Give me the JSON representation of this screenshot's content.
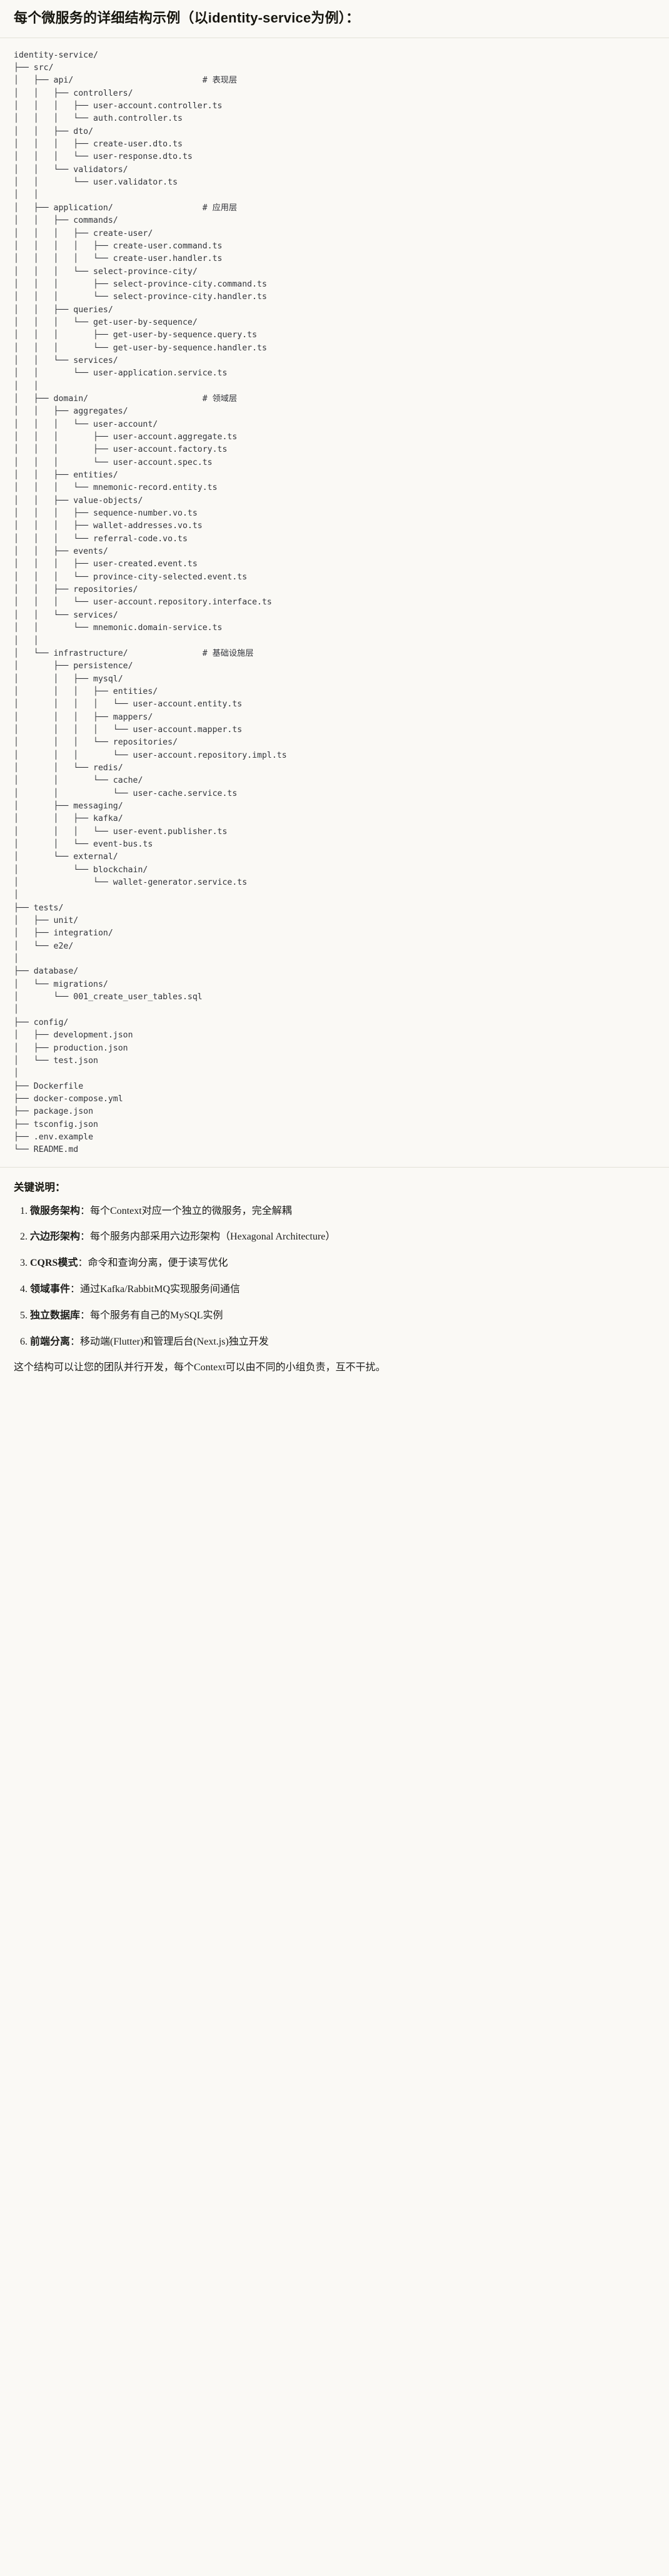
{
  "heading": "每个微服务的详细结构示例（以identity-service为例）：",
  "tree": {
    "root": "identity-service/",
    "text": "identity-service/\n├── src/\n│   ├── api/                          # 表现层\n│   │   ├── controllers/\n│   │   │   ├── user-account.controller.ts\n│   │   │   └── auth.controller.ts\n│   │   ├── dto/\n│   │   │   ├── create-user.dto.ts\n│   │   │   └── user-response.dto.ts\n│   │   └── validators/\n│   │       └── user.validator.ts\n│   │\n│   ├── application/                  # 应用层\n│   │   ├── commands/\n│   │   │   ├── create-user/\n│   │   │   │   ├── create-user.command.ts\n│   │   │   │   └── create-user.handler.ts\n│   │   │   └── select-province-city/\n│   │   │       ├── select-province-city.command.ts\n│   │   │       └── select-province-city.handler.ts\n│   │   ├── queries/\n│   │   │   └── get-user-by-sequence/\n│   │   │       ├── get-user-by-sequence.query.ts\n│   │   │       └── get-user-by-sequence.handler.ts\n│   │   └── services/\n│   │       └── user-application.service.ts\n│   │\n│   ├── domain/                       # 领域层\n│   │   ├── aggregates/\n│   │   │   └── user-account/\n│   │   │       ├── user-account.aggregate.ts\n│   │   │       ├── user-account.factory.ts\n│   │   │       └── user-account.spec.ts\n│   │   ├── entities/\n│   │   │   └── mnemonic-record.entity.ts\n│   │   ├── value-objects/\n│   │   │   ├── sequence-number.vo.ts\n│   │   │   ├── wallet-addresses.vo.ts\n│   │   │   └── referral-code.vo.ts\n│   │   ├── events/\n│   │   │   ├── user-created.event.ts\n│   │   │   └── province-city-selected.event.ts\n│   │   ├── repositories/\n│   │   │   └── user-account.repository.interface.ts\n│   │   └── services/\n│   │       └── mnemonic.domain-service.ts\n│   │\n│   └── infrastructure/               # 基础设施层\n│       ├── persistence/\n│       │   ├── mysql/\n│       │   │   ├── entities/\n│       │   │   │   └── user-account.entity.ts\n│       │   │   ├── mappers/\n│       │   │   │   └── user-account.mapper.ts\n│       │   │   └── repositories/\n│       │   │       └── user-account.repository.impl.ts\n│       │   └── redis/\n│       │       └── cache/\n│       │           └── user-cache.service.ts\n│       ├── messaging/\n│       │   ├── kafka/\n│       │   │   └── user-event.publisher.ts\n│       │   └── event-bus.ts\n│       └── external/\n│           └── blockchain/\n│               └── wallet-generator.service.ts\n│\n├── tests/\n│   ├── unit/\n│   ├── integration/\n│   └── e2e/\n│\n├── database/\n│   └── migrations/\n│       └── 001_create_user_tables.sql\n│\n├── config/\n│   ├── development.json\n│   ├── production.json\n│   └── test.json\n│\n├── Dockerfile\n├── docker-compose.yml\n├── package.json\n├── tsconfig.json\n├── .env.example\n└── README.md",
    "comments": [
      {
        "layer": "# 表现层",
        "for": "api/"
      },
      {
        "layer": "# 应用层",
        "for": "application/"
      },
      {
        "layer": "# 领域层",
        "for": "domain/"
      },
      {
        "layer": "# 基础设施层",
        "for": "infrastructure/"
      }
    ],
    "top_level": [
      "src/",
      "tests/",
      "database/",
      "config/",
      "Dockerfile",
      "docker-compose.yml",
      "package.json",
      "tsconfig.json",
      ".env.example",
      "README.md"
    ]
  },
  "keypoints": {
    "title": "关键说明：",
    "items": [
      {
        "term": "微服务架构",
        "sep": "：",
        "desc": "每个Context对应一个独立的微服务，完全解耦"
      },
      {
        "term": "六边形架构",
        "sep": "：",
        "desc": "每个服务内部采用六边形架构（Hexagonal Architecture）"
      },
      {
        "term": "CQRS模式",
        "sep": "：",
        "desc": "命令和查询分离，便于读写优化"
      },
      {
        "term": "领域事件",
        "sep": "：",
        "desc": "通过Kafka/RabbitMQ实现服务间通信"
      },
      {
        "term": "独立数据库",
        "sep": "：",
        "desc": "每个服务有自己的MySQL实例"
      },
      {
        "term": "前端分离",
        "sep": "：",
        "desc": "移动端(Flutter)和管理后台(Next.js)独立开发"
      }
    ],
    "closing": "这个结构可以让您的团队并行开发，每个Context可以由不同的小组负责，互不干扰。"
  }
}
